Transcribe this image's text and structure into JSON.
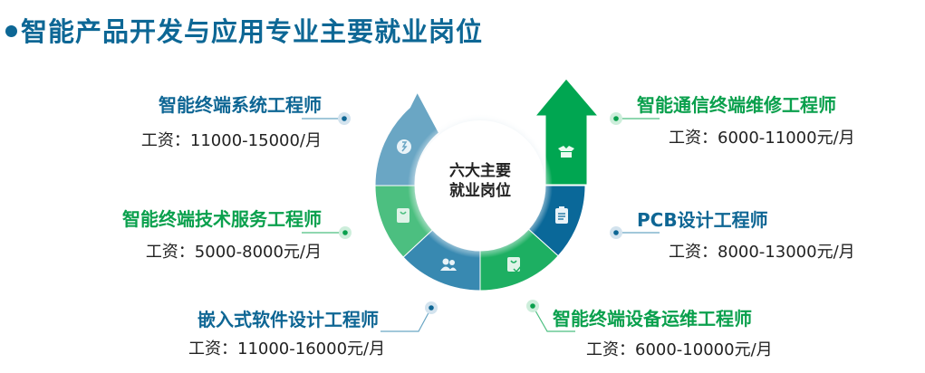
{
  "title": "智能产品开发与应用专业主要就业岗位",
  "center_label": [
    "六大主要",
    "就业岗位"
  ],
  "jobs": [
    {
      "title": "智能终端系统工程师",
      "salary": "工资：11000-15000/月",
      "color": "#0e6694",
      "icon": "lightbulb-head-icon"
    },
    {
      "title": "智能终端技术服务工程师",
      "salary": "工资：5000-8000元/月",
      "color": "#0aa04d",
      "icon": "tablet-icon"
    },
    {
      "title": "嵌入式软件设计工程师",
      "salary": "工资：11000-16000元/月",
      "color": "#0e6694",
      "icon": "users-icon"
    },
    {
      "title": "智能终端设备运维工程师",
      "salary": "工资：6000-10000元/月",
      "color": "#0aa04d",
      "icon": "checked-bag-icon"
    },
    {
      "title": "PCB设计工程师",
      "salary": "工资：8000-13000元/月",
      "color": "#0e6694",
      "icon": "clipboard-icon"
    },
    {
      "title": "智能通信终端维修工程师",
      "salary": "工资：6000-11000元/月",
      "color": "#0aa04d",
      "icon": "open-box-icon"
    }
  ],
  "segment_colors": [
    "#6aa6c4",
    "#4cbf80",
    "#3889b1",
    "#1daf62",
    "#0a6899",
    "#00a651"
  ]
}
